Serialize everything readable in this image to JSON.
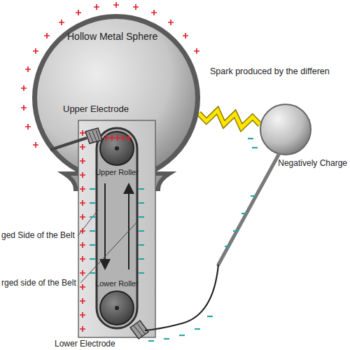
{
  "diagram": {
    "nodes": [
      {
        "text": [
          "Hollow Metal Sphere"
        ]
      },
      {
        "text": [
          "Negatively Charge"
        ]
      }
    ],
    "edges": [
      {
        "from": 0,
        "to": 1,
        "arrow": "none",
        "label": "Spark produced by the differen"
      }
    ],
    "labels": [
      "Upper Electrode",
      "Upper Roller",
      "Lower Roller",
      "ged Side of the Belt",
      "rged side of the Belt",
      "Lower Electrode"
    ]
  }
}
